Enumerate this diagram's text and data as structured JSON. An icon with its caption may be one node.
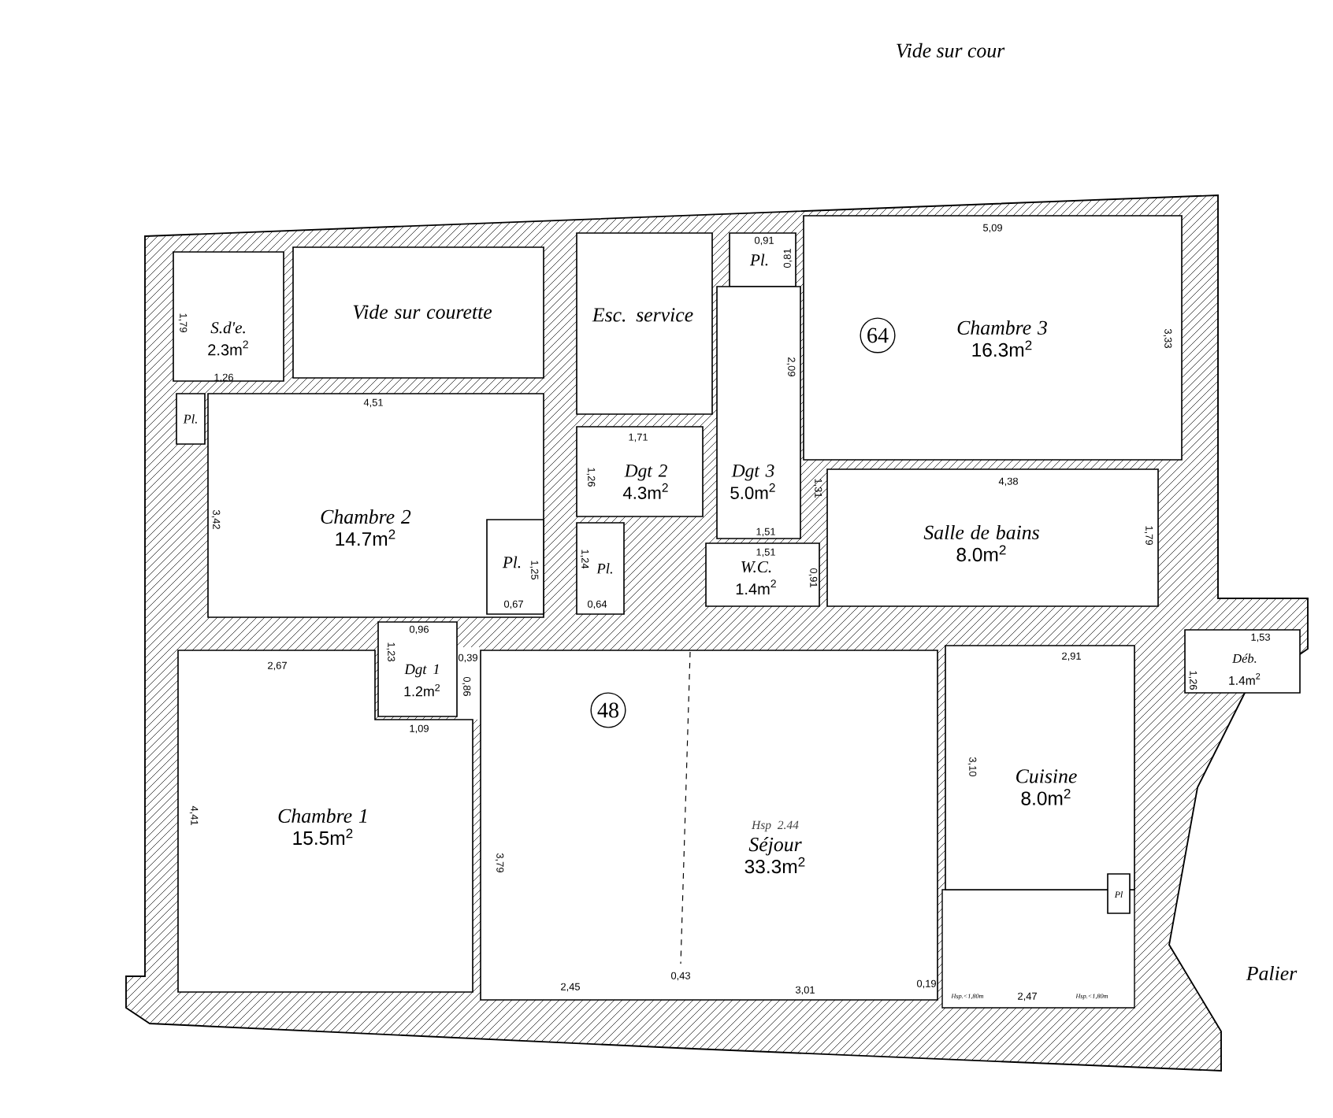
{
  "diagram": {
    "nodes": [
      {
        "text": [
          "S.d'e.",
          "2.3m$^{2}$"
        ]
      },
      {
        "text": [
          "Vide sur courette"
        ]
      },
      {
        "text": [
          "Esc. service"
        ]
      },
      {
        "text": [
          "Pl."
        ]
      },
      {
        "text": [
          "Dgt 3",
          "5.0m$^{2}$"
        ]
      },
      {
        "text": [
          "Chambre 3",
          "16.3m$^{2}$"
        ]
      },
      {
        "text": [
          "64"
        ],
        "in": 5
      },
      {
        "text": [
          "Pl."
        ]
      },
      {
        "text": [
          "Chambre 2",
          "14.7m$^{2}$"
        ]
      },
      {
        "text": [
          "Dgt 2",
          "4.3m$^{2}$"
        ]
      },
      {
        "text": [
          "Salle de bains",
          "8.0m$^{2}$"
        ]
      },
      {
        "text": [
          "Pl."
        ],
        "in": 8
      },
      {
        "text": [
          "Pl."
        ]
      },
      {
        "text": [
          "W.C.",
          "1.4m$^{2}$"
        ]
      },
      {
        "text": [
          "Dgt 1",
          "1.2m$^{2}$"
        ]
      },
      {
        "text": [
          "Déb.",
          "1.4m$^{2}$"
        ]
      },
      {
        "text": [
          "Chambre 1",
          "15.5m$^{2}$"
        ]
      },
      {
        "text": [
          "Hsp 2.44",
          "Séjour",
          "33.3m$^{2}$"
        ]
      },
      {
        "text": [
          "48"
        ],
        "in": 17
      },
      {
        "text": [
          "Cuisine",
          "8.0m$^{2}$"
        ]
      },
      {
        "text": [
          "Pl"
        ]
      }
    ],
    "labels": [
      "Vide sur cour",
      "1,79",
      "1,26",
      "4,51",
      "3,42",
      "1,71",
      "1,26",
      "1,25",
      "0,67",
      "1,24",
      "0,64",
      "0,91",
      "0,81",
      "5,09",
      "2,09",
      "3,33",
      "1,31",
      "1,51",
      "1,51",
      "0,91",
      "4,38",
      "1,79",
      "0,96",
      "2,67",
      "1,23",
      "0,39",
      "0,86",
      "1,09",
      "4,41",
      "3,79",
      "2,45",
      "0,43",
      "3,01",
      "0,19",
      "2,91",
      "3,10",
      "2,47",
      "1,53",
      "1,26",
      "Hsp.<1,80m",
      "Hsp.<1,80m",
      "Palier"
    ]
  }
}
